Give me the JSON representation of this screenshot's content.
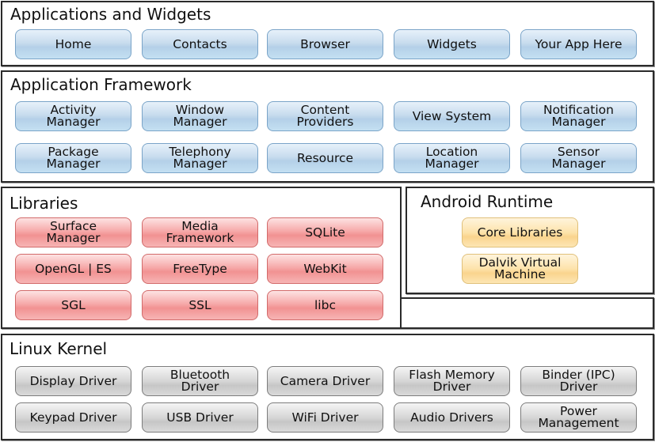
{
  "layers": {
    "applications": {
      "title": "Applications and Widgets",
      "color": "#b4d0e8",
      "items": [
        "Home",
        "Contacts",
        "Browser",
        "Widgets",
        "Your App Here"
      ]
    },
    "framework": {
      "title": "Application Framework",
      "color": "#b4d0e8",
      "items": [
        "Activity\nManager",
        "Window\nManager",
        "Content\nProviders",
        "View System",
        "Notification\nManager",
        "Package\nManager",
        "Telephony\nManager",
        "Resource",
        "Location\nManager",
        "Sensor\nManager"
      ]
    },
    "libraries": {
      "title": "Libraries",
      "color": "#f19292",
      "items": [
        "Surface\nManager",
        "Media\nFramework",
        "SQLite",
        "OpenGL | ES",
        "FreeType",
        "WebKit",
        "SGL",
        "SSL",
        "libc"
      ]
    },
    "runtime": {
      "title": "Android Runtime",
      "color": "#fad48e",
      "items": [
        "Core Libraries",
        "Dalvik Virtual\nMachine"
      ]
    },
    "kernel": {
      "title": "Linux Kernel",
      "color": "#c6c6c6",
      "items": [
        "Display Driver",
        "Bluetooth\nDriver",
        "Camera Driver",
        "Flash Memory\nDriver",
        "Binder (IPC)\nDriver",
        "Keypad Driver",
        "USB Driver",
        "WiFi Driver",
        "Audio Drivers",
        "Power\nManagement"
      ]
    }
  }
}
